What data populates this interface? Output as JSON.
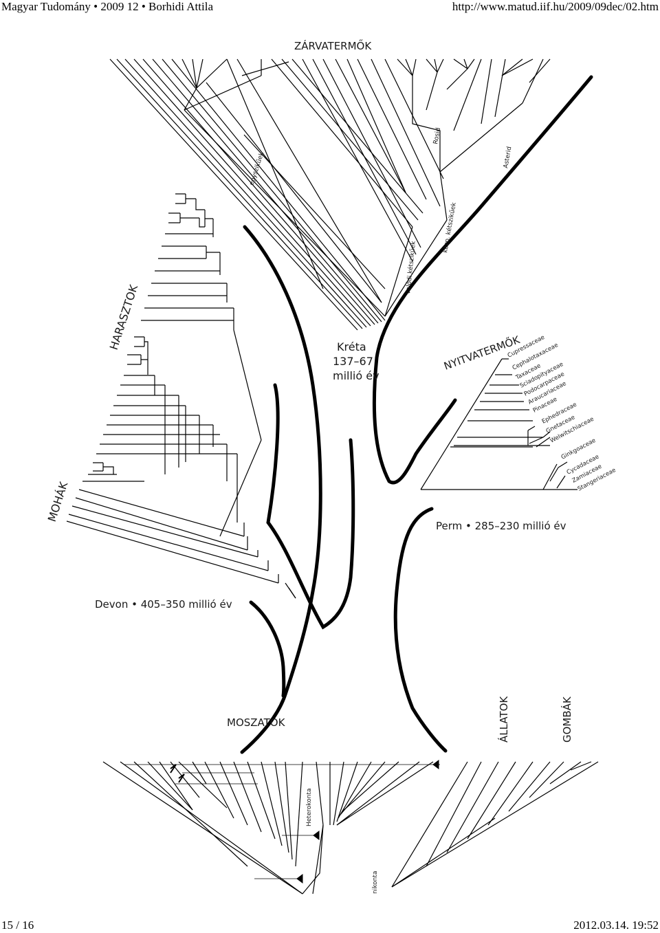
{
  "header": {
    "left": "Magyar Tudomány • 2009 12 • Borhidi Attila",
    "right": "http://www.matud.iif.hu/2009/09dec/02.htm"
  },
  "footer": {
    "page": "15 / 16",
    "datetime": "2012.03.14. 19:52"
  },
  "tree": {
    "zarvatermok": "ZÁRVATERMŐK",
    "egyszikuek": "egyszikűek",
    "rosid": "Rosid",
    "asterid": "Asterid",
    "kozp_ketszikuek": "közp. kétszikűek",
    "valodi_ketszikuek": "valódi kétszikűek",
    "harasztok": "HARASZTOK",
    "mohak": "MOHÁK",
    "kreta": "Kréta",
    "kreta_years": "137–67",
    "kreta_unit": "millió év",
    "nyitvatermok": "NYITVATERMŐK",
    "perm": "Perm • 285–230 millió év",
    "devon": "Devon • 405–350 millió év",
    "moszatok": "MOSZATOK",
    "allatok": "ÁLLATOK",
    "gombak": "GOMBÁK",
    "heterokonta": "Heterokonta",
    "nikonta": "nikonta"
  },
  "gymnosperm_families": [
    "Cupressaceae",
    "Cephalotaxaceae",
    "Taxaceae",
    "Sciadopityaceae",
    "Podocarpaceae",
    "Araucariaceae",
    "Pinaceae",
    "Ephedraceae",
    "Gnetaceae",
    "Welwitschiaceae",
    "Ginkgoaceae",
    "Cycadaceae",
    "Zamiaceae",
    "Stangeriaceae"
  ]
}
